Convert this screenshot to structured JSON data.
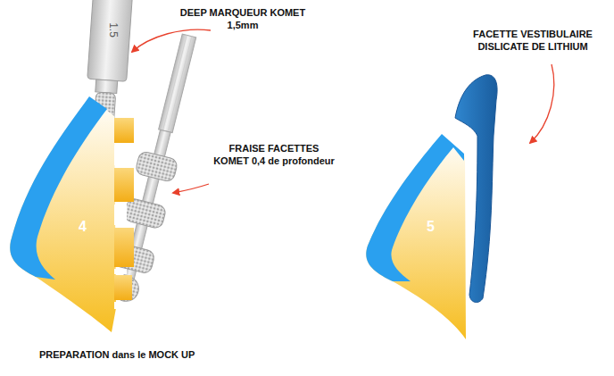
{
  "diagram": {
    "nodes": [
      {
        "text": [
          "4"
        ]
      },
      {
        "text": [
          "5"
        ]
      }
    ],
    "labels": [
      "1.5",
      "DEEP MARQUEUR KOMET 1,5mm",
      "FACETTE VESTIBULAIRE DISLICATE DE LITHIUM",
      "FRAISE FACETTES KOMET 0,4 de profondeur",
      "PREPARATION dans le MOCK UP"
    ]
  }
}
